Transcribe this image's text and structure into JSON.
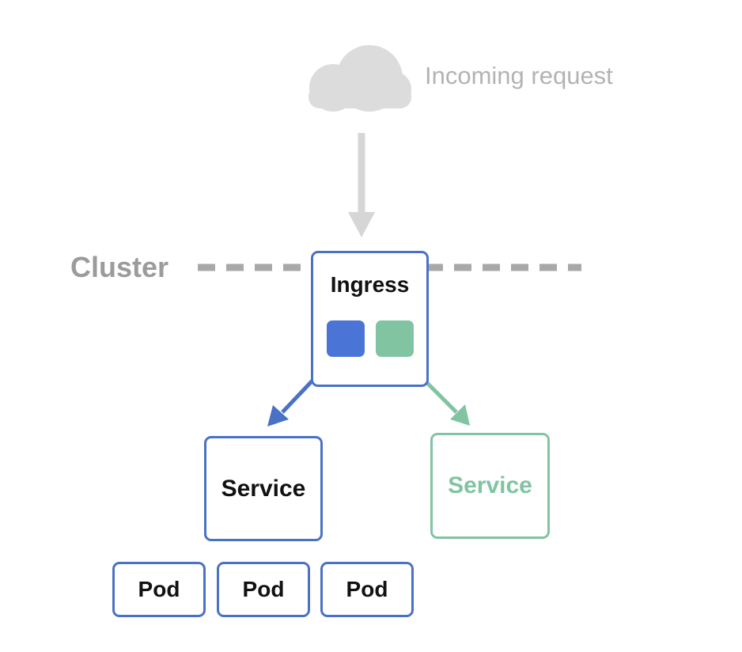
{
  "incoming": {
    "label": "Incoming request",
    "icon": "cloud-icon",
    "color": "#b3b3b3"
  },
  "cluster": {
    "label": "Cluster",
    "color": "#9b9b9b"
  },
  "ingress": {
    "label": "Ingress",
    "border_color": "#4a72c4",
    "swatches": [
      "#4a74d6",
      "#80c4a2"
    ]
  },
  "services": [
    {
      "label": "Service",
      "color": "#4a72c4",
      "text_color": "#111111"
    },
    {
      "label": "Service",
      "color": "#80c4a2",
      "text_color": "#80c4a2"
    }
  ],
  "pods": [
    {
      "label": "Pod"
    },
    {
      "label": "Pod"
    },
    {
      "label": "Pod"
    }
  ]
}
